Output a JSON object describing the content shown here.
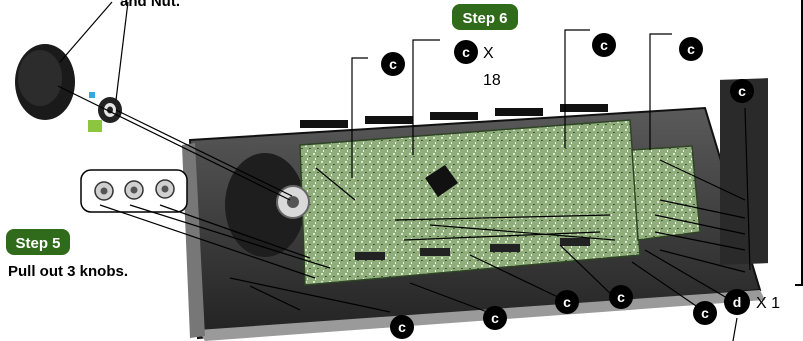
{
  "header_text": "and Nut.",
  "step5": {
    "badge": "Step 5",
    "instruction": "Pull out 3 knobs."
  },
  "step6": {
    "badge": "Step 6"
  },
  "callouts": {
    "c_label": "c",
    "d_label": "d",
    "count_x18_a": "X",
    "count_x18_b": "18",
    "count_x1": "X 1"
  },
  "colors": {
    "badge_fill": "#2f6b1a",
    "badge_text": "#ffffff",
    "callout_fill": "#000000",
    "callout_text": "#ffffff",
    "board_green": "#7a9a6a",
    "panel_dark": "#3a3a3a",
    "marker_blue": "#35a8e0",
    "marker_green": "#8cc63f"
  },
  "icons": [
    "knob-icon",
    "nut-icon",
    "knob-set-icon",
    "circuit-board-icon",
    "front-panel-icon"
  ]
}
